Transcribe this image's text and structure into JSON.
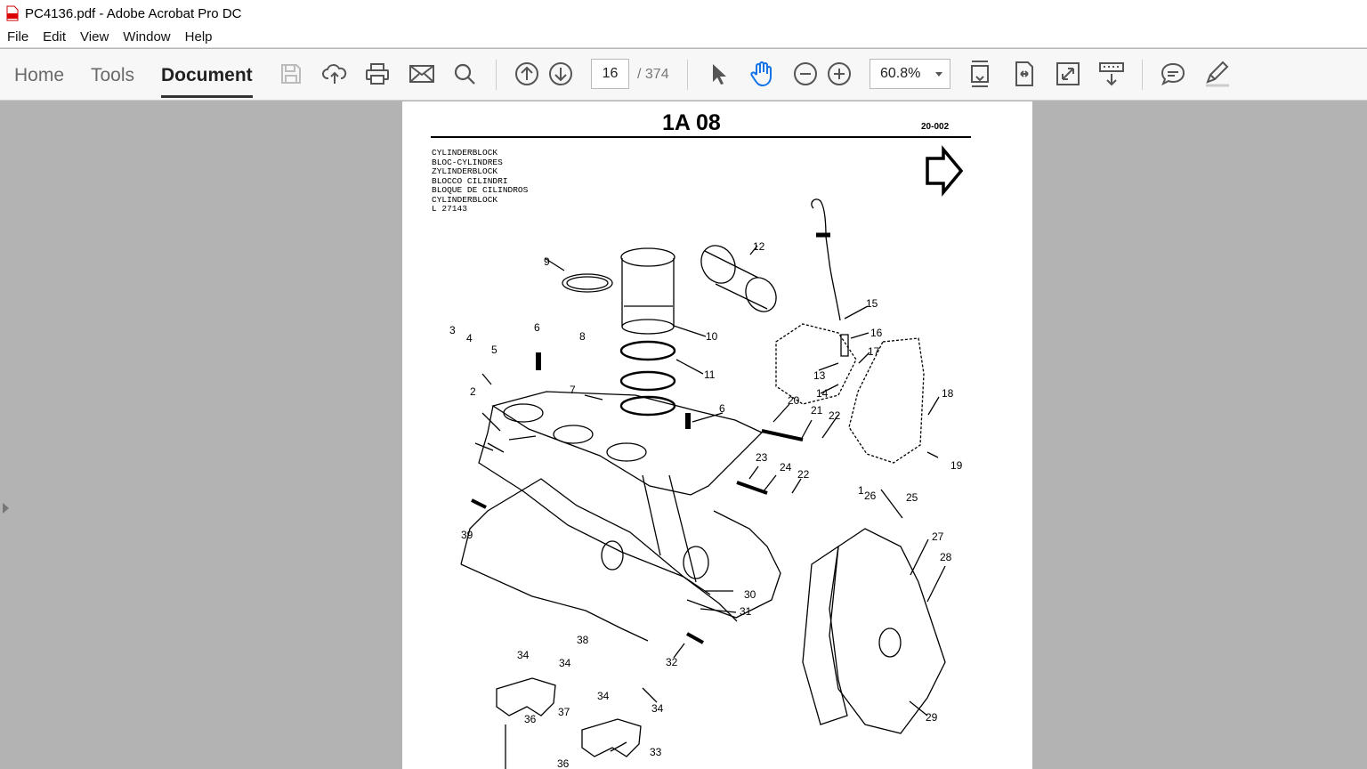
{
  "window": {
    "title": "PC4136.pdf - Adobe Acrobat Pro DC"
  },
  "menu": [
    "File",
    "Edit",
    "View",
    "Window",
    "Help"
  ],
  "nav_tabs": {
    "home": "Home",
    "tools": "Tools",
    "document": "Document"
  },
  "toolbar": {
    "icons": [
      "save-icon",
      "cloud-upload-icon",
      "print-icon",
      "email-icon",
      "search-icon",
      "arrow-up-icon",
      "arrow-down-icon",
      "select-cursor-icon",
      "hand-tool-icon",
      "zoom-out-icon",
      "zoom-in-icon",
      "fit-page-icon",
      "fit-width-icon",
      "fullscreen-icon",
      "scroll-mode-icon",
      "comment-icon",
      "pen-icon"
    ],
    "current_page": "16",
    "page_total": "/  374",
    "zoom": "60.8%"
  },
  "page": {
    "title": "1A 08",
    "ref": "20-002",
    "part_names": [
      "CYLINDERBLOCK",
      "BLOC-CYLINDRES",
      "ZYLINDERBLOCK",
      "BLOCCO CILINDRI",
      "BLOQUE DE CILINDROS",
      "CYLINDERBLOCK",
      "L 27143"
    ],
    "callouts": [
      "1",
      "2",
      "3",
      "4",
      "5",
      "6",
      "6",
      "7",
      "8",
      "9",
      "10",
      "11",
      "12",
      "13",
      "14",
      "15",
      "16",
      "17",
      "18",
      "19",
      "20",
      "21",
      "22",
      "22",
      "23",
      "24",
      "25",
      "26",
      "27",
      "28",
      "29",
      "30",
      "31",
      "32",
      "33",
      "34",
      "34",
      "34",
      "34",
      "36",
      "36",
      "37",
      "38",
      "39"
    ]
  }
}
